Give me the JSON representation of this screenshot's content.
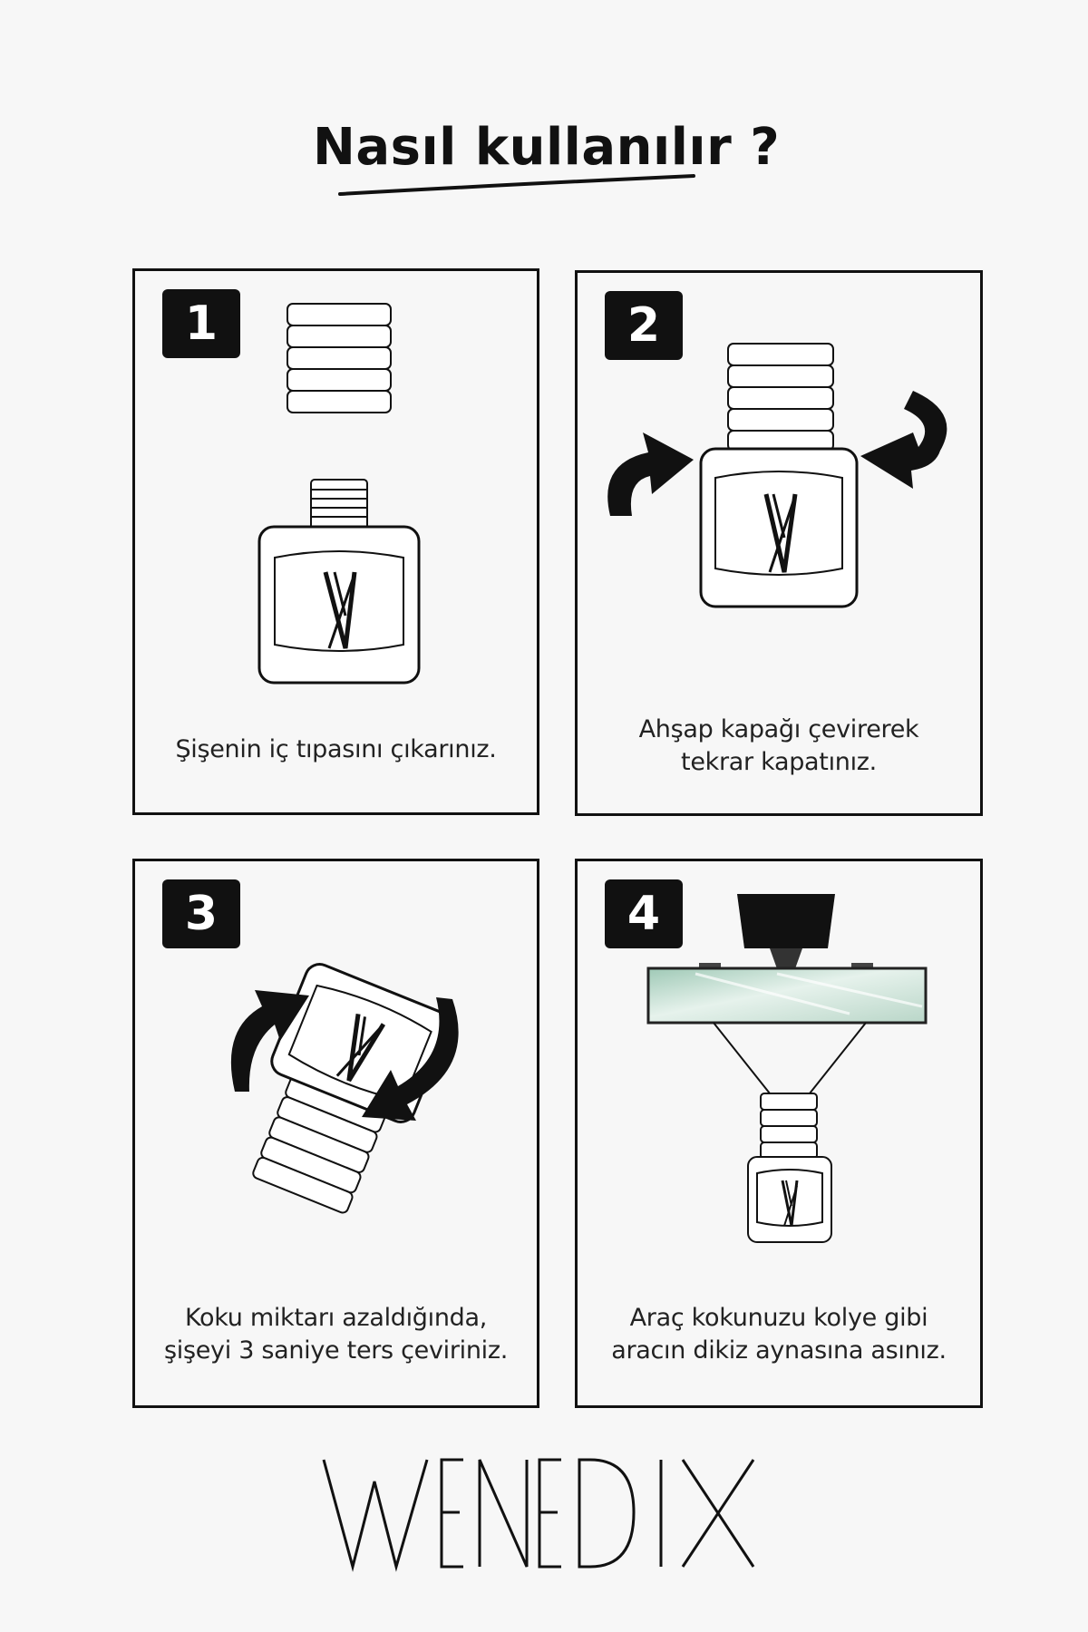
{
  "title": "Nasıl kullanılır ?",
  "steps": [
    {
      "number": "1",
      "caption": [
        "Şişenin iç tıpasını çıkarınız."
      ]
    },
    {
      "number": "2",
      "caption": [
        "Ahşap kapağı çevirerek",
        "tekrar kapatınız."
      ]
    },
    {
      "number": "3",
      "caption": [
        "Koku miktarı azaldığında,",
        "şişeyi 3 saniye ters çeviriniz."
      ]
    },
    {
      "number": "4",
      "caption": [
        "Araç kokunuzu kolye gibi",
        "aracın dikiz aynasına asınız."
      ]
    }
  ],
  "brand": "WENEDIX",
  "colors": {
    "ink": "#111111",
    "background": "#f7f7f7"
  },
  "icons": [
    "wooden-cap-icon",
    "bottle-icon",
    "rotate-arrow-icon",
    "rearview-mirror-icon"
  ]
}
